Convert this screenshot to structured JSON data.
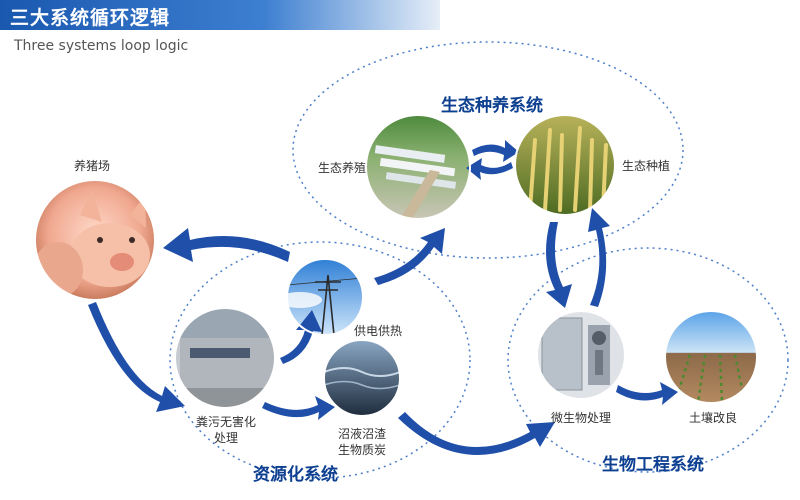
{
  "header": {
    "title": "三大系统循环逻辑",
    "subtitle": "Three systems loop logic"
  },
  "systems": {
    "ecological": "生态种养系统",
    "resource": "资源化系统",
    "bioengineering": "生物工程系统"
  },
  "nodes": {
    "pig_farm": "养猪场",
    "eco_breeding": "生态养殖",
    "eco_planting": "生态种植",
    "power_heat": "供电供热",
    "manure_treatment": "粪污无害化处理",
    "biogas_residue": "沼液沼渣生物质炭",
    "microbial_treatment": "微生物处理",
    "soil_improvement": "土壤改良"
  },
  "colors": {
    "accent": "#1a58b0",
    "arrow": "#1f4fa8",
    "system_label": "#0d3f91",
    "dotted_circle": "#4f7fc9"
  }
}
